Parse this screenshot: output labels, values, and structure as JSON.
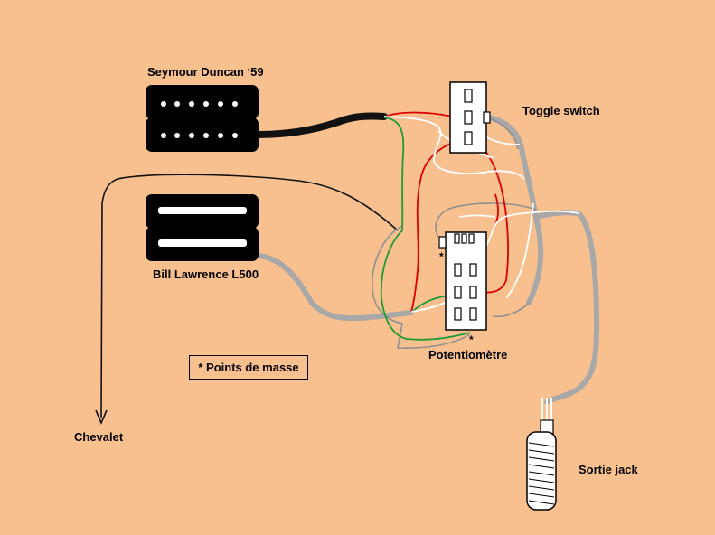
{
  "labels": {
    "humbucker": "Seymour Duncan ‘59",
    "single": "Bill Lawrence L500",
    "toggle": "Toggle switch",
    "pot": "Potentiomètre",
    "jack": "Sortie jack",
    "bridge": "Chevalet",
    "legend": "* Points de masse",
    "asterisk": "*"
  },
  "colors": {
    "background": "#F8C08E",
    "hot": "#E00000",
    "ground": "#1F9A35",
    "shield": "#A8A8A8",
    "signal": "#FFFFFF",
    "cable": "#111111"
  }
}
